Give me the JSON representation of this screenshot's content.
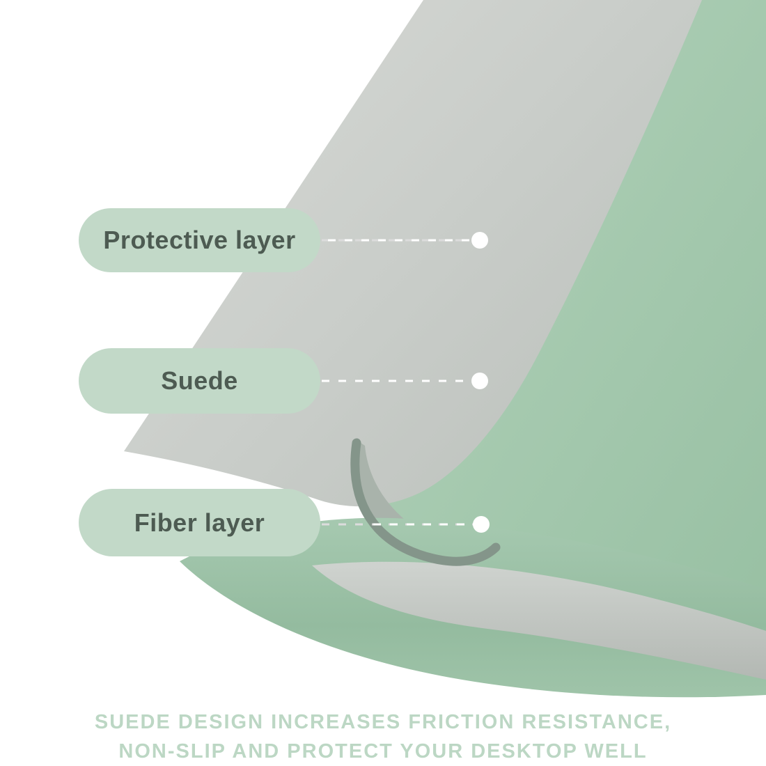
{
  "callouts": [
    {
      "label": "Protective layer"
    },
    {
      "label": "Suede"
    },
    {
      "label": "Fiber layer"
    }
  ],
  "caption": {
    "line1": "SUEDE DESIGN INCREASES FRICTION RESISTANCE,",
    "line2": "NON-SLIP AND PROTECT YOUR DESKTOP WELL"
  },
  "colors": {
    "pill_bg": "#c2d9c8",
    "pill_text": "#4d5b52",
    "caption_text": "#bcd7c4",
    "connector": "#ffffff",
    "mat_green": "#a5c9ae",
    "mat_green_dark": "#94bb9f",
    "mat_gray": "#cdd1cd",
    "mat_gray_dark": "#b5bab5",
    "fiber_edge": "#84958a"
  }
}
